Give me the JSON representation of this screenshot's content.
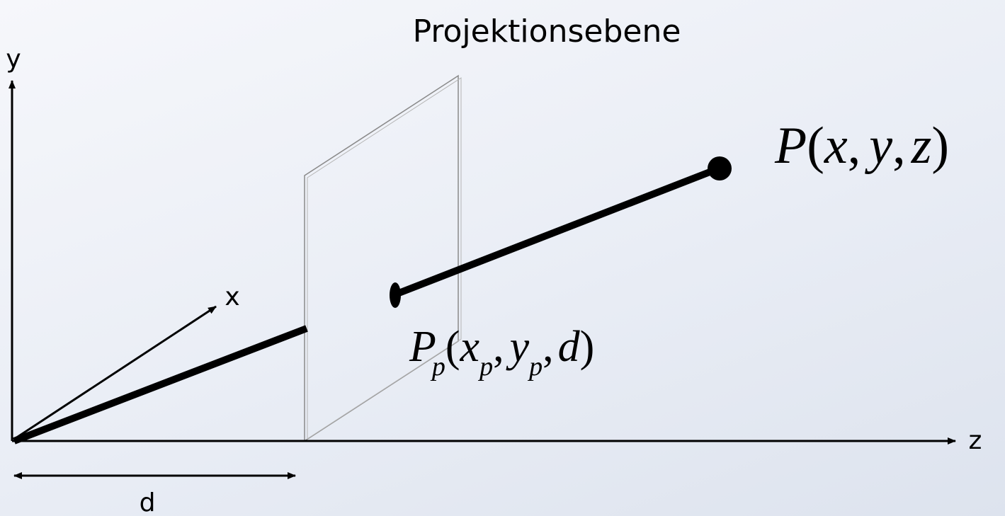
{
  "title": "Projektionsebene",
  "axes": {
    "y": "y",
    "x": "x",
    "z": "z"
  },
  "distance_label": "d",
  "point": {
    "name": "P",
    "open": "(",
    "x": "x",
    "y": "y",
    "z": "z",
    "sep": ",",
    "close": ")"
  },
  "projected_point": {
    "name": "P",
    "sub": "p",
    "open": "(",
    "x": "x",
    "x_sub": "p",
    "y": "y",
    "y_sub": "p",
    "d": "d",
    "sep": ",",
    "close": ")"
  }
}
